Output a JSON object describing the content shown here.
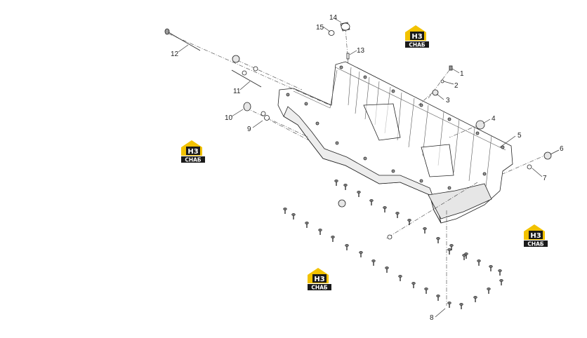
{
  "callouts": [
    "1",
    "2",
    "3",
    "4",
    "5",
    "6",
    "7",
    "8",
    "9",
    "10",
    "11",
    "12",
    "13",
    "14",
    "15"
  ],
  "watermark": {
    "top": "Н3",
    "bottom": "СНАБ",
    "color_yellow": "#f2c200",
    "color_dark": "#1a1a1a"
  }
}
